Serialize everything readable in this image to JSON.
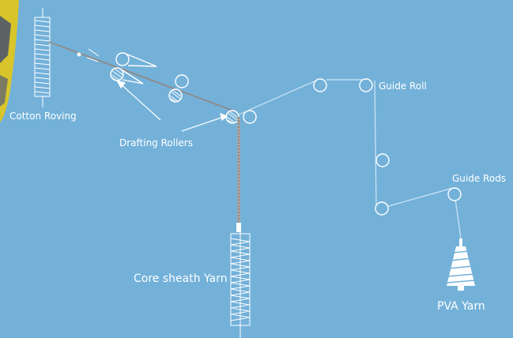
{
  "labels": {
    "cotton_roving": "Cotton Roving",
    "drafting_rollers": "Drafting Rollers",
    "guide_roll": "Guide Roll",
    "guide_rods": "Guide Rods",
    "core_sheath_yarn": "Core sheath Yarn",
    "pva_yarn": "PVA Yarn"
  },
  "colors": {
    "background": "#73b1d9",
    "line": "#ffffff",
    "cotton_path": "#8d8d8d",
    "pva_path": "#cfe6f5",
    "corner_yellow": "#d8c52a"
  }
}
